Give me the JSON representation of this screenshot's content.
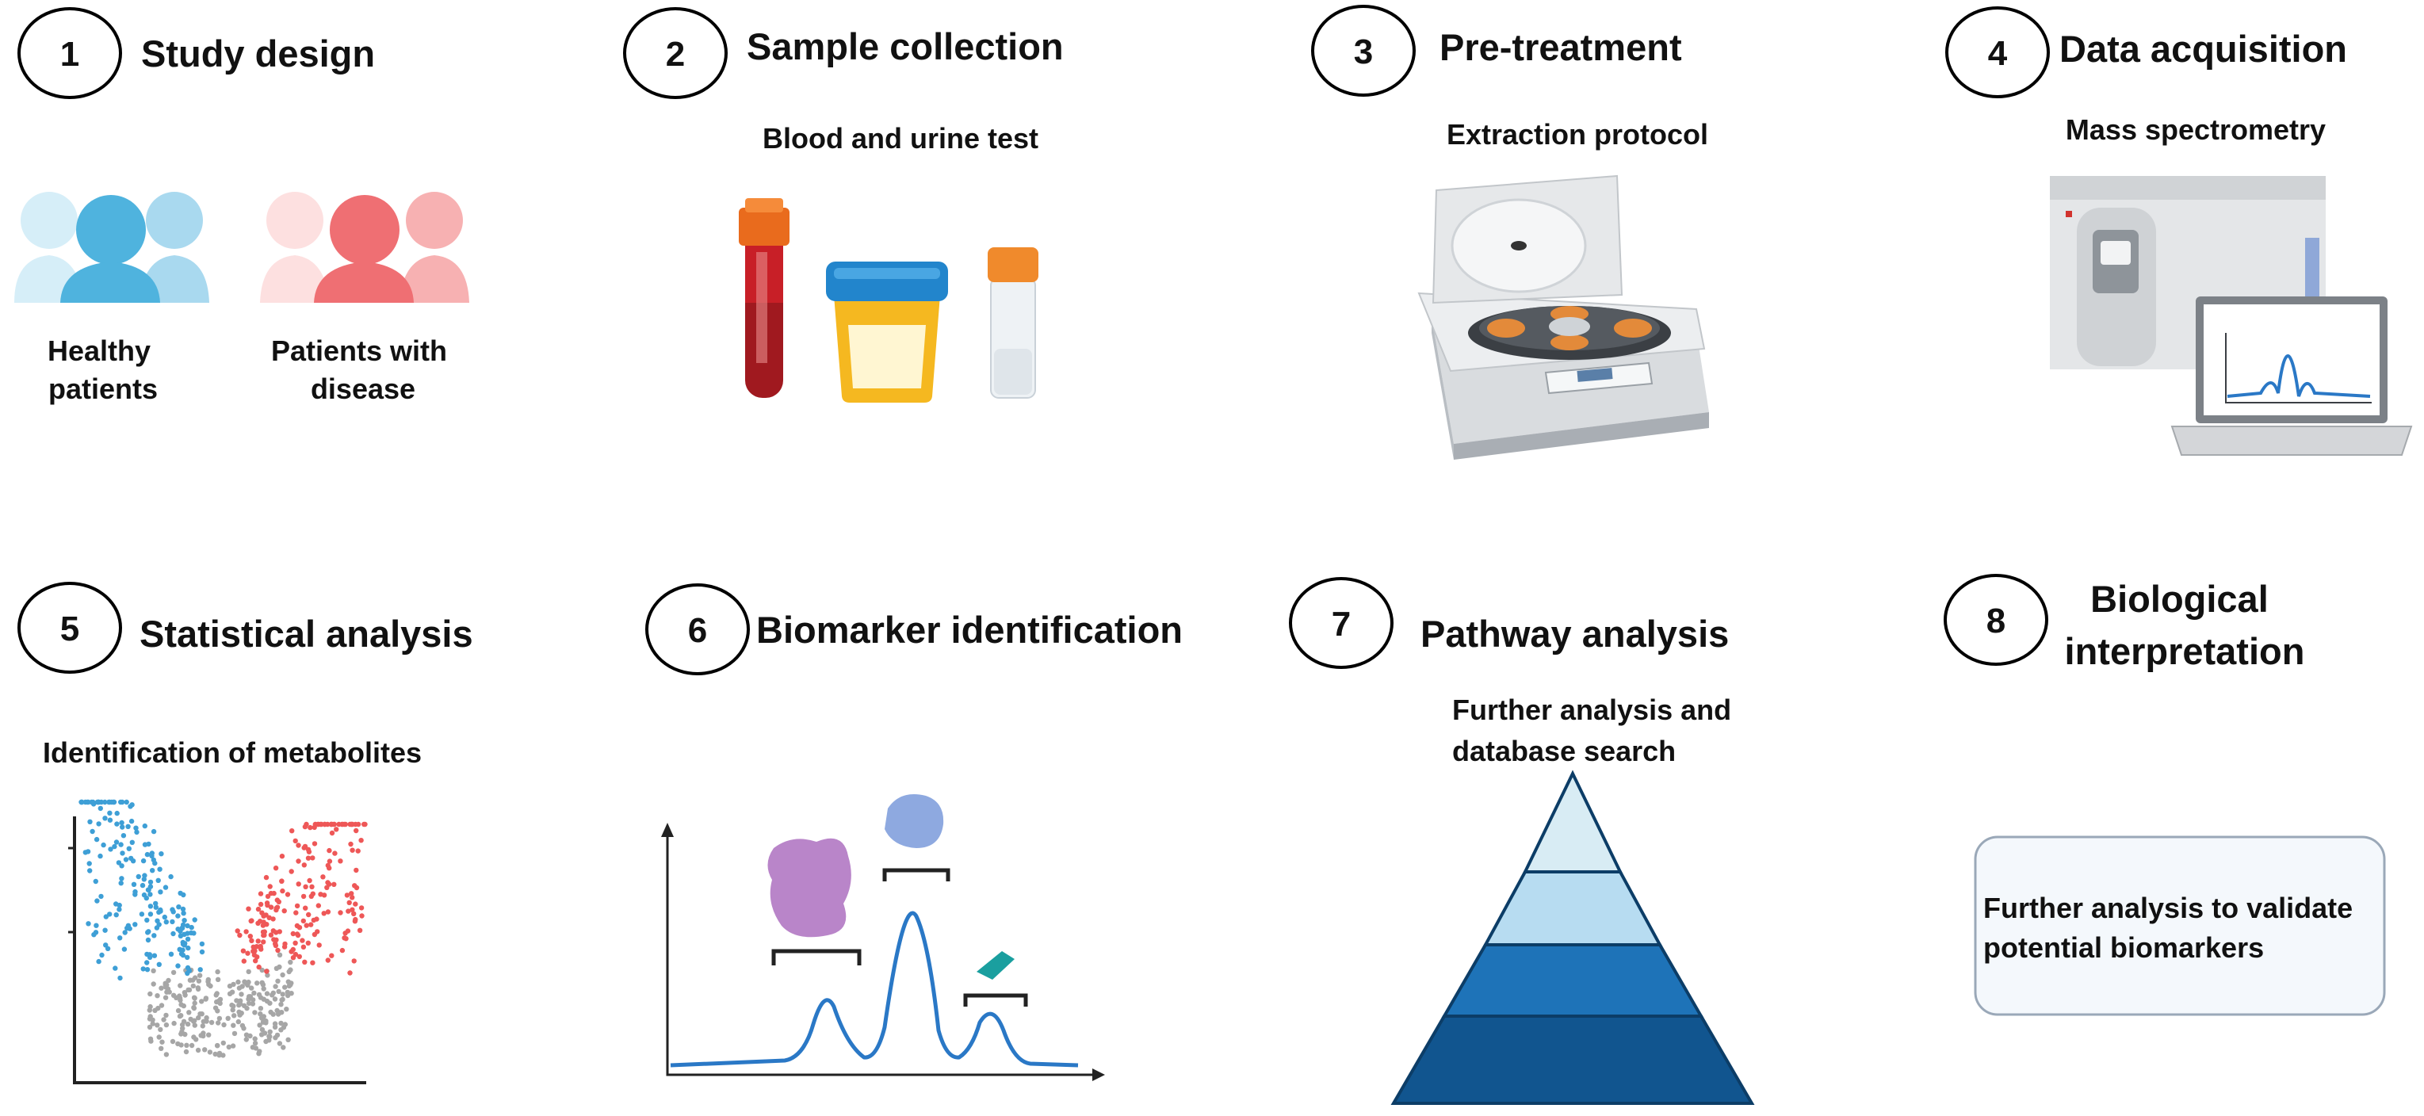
{
  "steps": [
    {
      "number": "1",
      "title": "Study design"
    },
    {
      "number": "2",
      "title": "Sample collection",
      "subtitle": "Blood and urine test"
    },
    {
      "number": "3",
      "title": "Pre-treatment",
      "subtitle": "Extraction protocol"
    },
    {
      "number": "4",
      "title": "Data acquisition",
      "subtitle": "Mass spectrometry"
    },
    {
      "number": "5",
      "title": "Statistical analysis",
      "subtitle": "Identification of metabolites"
    },
    {
      "number": "6",
      "title": "Biomarker identification"
    },
    {
      "number": "7",
      "title": "Pathway analysis",
      "subtitle_lines": [
        "Further analysis and",
        "database search"
      ]
    },
    {
      "number": "8",
      "title_lines": [
        "Biological",
        "interpretation"
      ],
      "box_lines": [
        "Further analysis to validate",
        "potential biomarkers"
      ]
    }
  ],
  "groups": {
    "healthy_lines": [
      "Healthy",
      "patients"
    ],
    "disease_lines": [
      "Patients with",
      "disease"
    ]
  },
  "colors": {
    "healthy": "#4fb3de",
    "disease": "#ef6f73",
    "blue_points": "#3e9fd6",
    "red_points": "#ee5757",
    "gray_points": "#a6a6a6",
    "pyramid": [
      "#d8ecf4",
      "#b7dcf1",
      "#1e73b8",
      "#11558f"
    ],
    "box_border": "#9aa8b8"
  },
  "icons": [
    "people-icon",
    "blood-tube-icon",
    "urine-cup-icon",
    "small-tube-icon",
    "centrifuge-icon",
    "mass-spectrometer-icon",
    "laptop-icon",
    "volcano-plot-icon",
    "chromatogram-icon",
    "pyramid-icon"
  ]
}
